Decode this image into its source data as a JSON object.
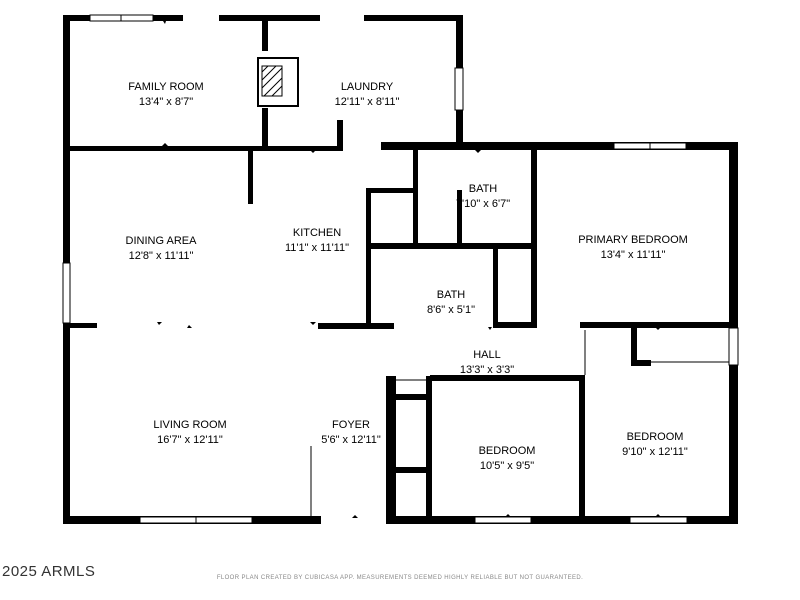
{
  "rooms": {
    "family_room": {
      "name": "FAMILY ROOM",
      "dim": "13'4\" x 8'7\""
    },
    "laundry": {
      "name": "LAUNDRY",
      "dim": "12'11\" x 8'11\""
    },
    "bath_upper": {
      "name": "BATH",
      "dim": "7'10\" x 6'7\""
    },
    "primary_bedroom": {
      "name": "PRIMARY BEDROOM",
      "dim": "13'4\" x 11'11\""
    },
    "dining_area": {
      "name": "DINING AREA",
      "dim": "12'8\" x 11'11\""
    },
    "kitchen": {
      "name": "KITCHEN",
      "dim": "11'1\" x 11'11\""
    },
    "bath_lower": {
      "name": "BATH",
      "dim": "8'6\" x 5'1\""
    },
    "hall": {
      "name": "HALL",
      "dim": "13'3\" x 3'3\""
    },
    "living_room": {
      "name": "LIVING ROOM",
      "dim": "16'7\" x 12'11\""
    },
    "foyer": {
      "name": "FOYER",
      "dim": "5'6\" x 12'11\""
    },
    "bedroom_center": {
      "name": "BEDROOM",
      "dim": "10'5\" x 9'5\""
    },
    "bedroom_right": {
      "name": "BEDROOM",
      "dim": "9'10\" x 12'11\""
    }
  },
  "footer": {
    "copyright": "2025 ARMLS",
    "disclaimer": "FLOOR PLAN CREATED BY CUBICASA APP. MEASUREMENTS DEEMED HIGHLY RELIABLE BUT NOT GUARANTEED."
  }
}
